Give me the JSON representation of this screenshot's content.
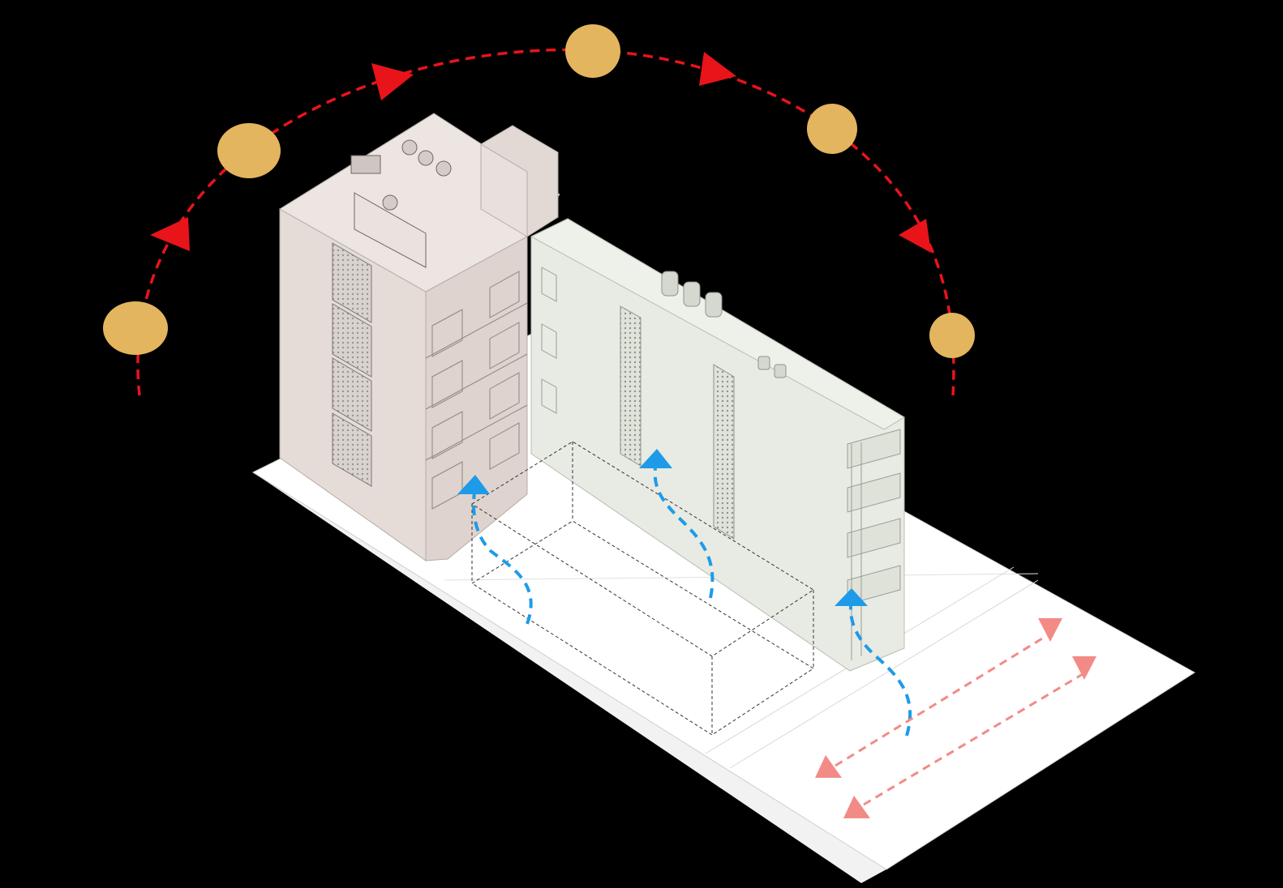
{
  "diagram": {
    "subject": "isometric-site-analysis",
    "text_labels": []
  },
  "colors": {
    "background": "#000000",
    "sun": "#E3B55E",
    "sun_path": "#E8141A",
    "airflow": "#1E9BE8",
    "traffic": "#F28B86",
    "tall_block_face": "#E5DCD7",
    "tall_block_side": "#DED3CE",
    "low_block_face": "#E8EBE3",
    "ground": "#FFFFFF",
    "outline": "#7D7A72"
  },
  "icons": {
    "sun": "sun-icon",
    "sun_path_arrow": "triangle-arrow-icon",
    "airflow_arrow": "wind-arrow-icon",
    "traffic_arrow": "traffic-arrow-icon"
  },
  "elements": {
    "sun_positions": 5,
    "sun_path_arrows": 4,
    "airflow_arrows": 3,
    "traffic_lanes": 2
  }
}
